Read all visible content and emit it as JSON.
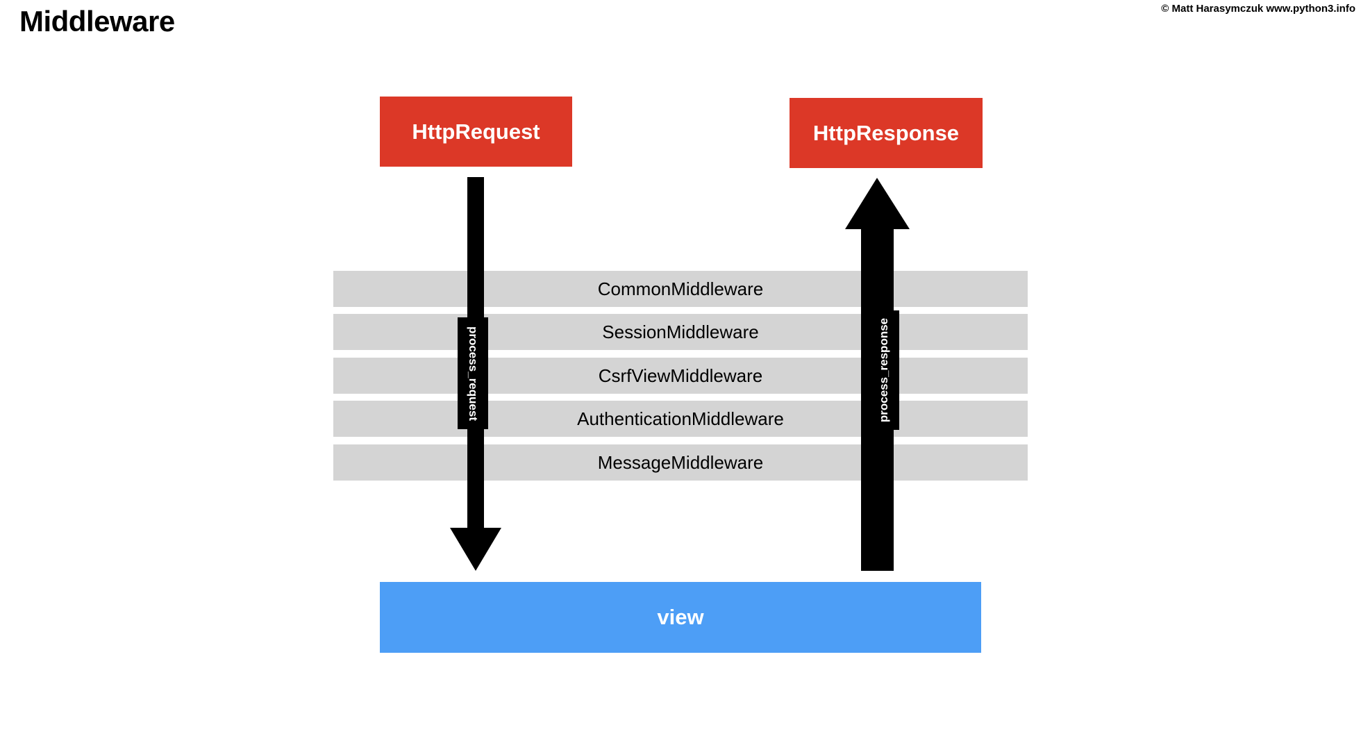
{
  "header": {
    "title": "Middleware",
    "copyright": "© Matt Harasymczuk www.python3.info"
  },
  "colors": {
    "endpoint_red": "#DC3827",
    "view_blue": "#4D9EF6",
    "middleware_gray": "#D4D4D4",
    "arrow_black": "#000000",
    "text_white": "#FFFFFF",
    "text_black": "#000000",
    "background": "#FFFFFF"
  },
  "diagram": {
    "type": "flow",
    "endpoints": [
      {
        "id": "http-request",
        "label": "HttpRequest"
      },
      {
        "id": "http-response",
        "label": "HttpResponse"
      }
    ],
    "middleware_stack": [
      {
        "label": "CommonMiddleware"
      },
      {
        "label": "SessionMiddleware"
      },
      {
        "label": "CsrfViewMiddleware"
      },
      {
        "label": "AuthenticationMiddleware"
      },
      {
        "label": "MessageMiddleware"
      }
    ],
    "flows": [
      {
        "id": "request-flow",
        "label": "process_request",
        "direction": "down"
      },
      {
        "id": "response-flow",
        "label": "process_response",
        "direction": "up"
      }
    ],
    "view": {
      "label": "view"
    }
  }
}
